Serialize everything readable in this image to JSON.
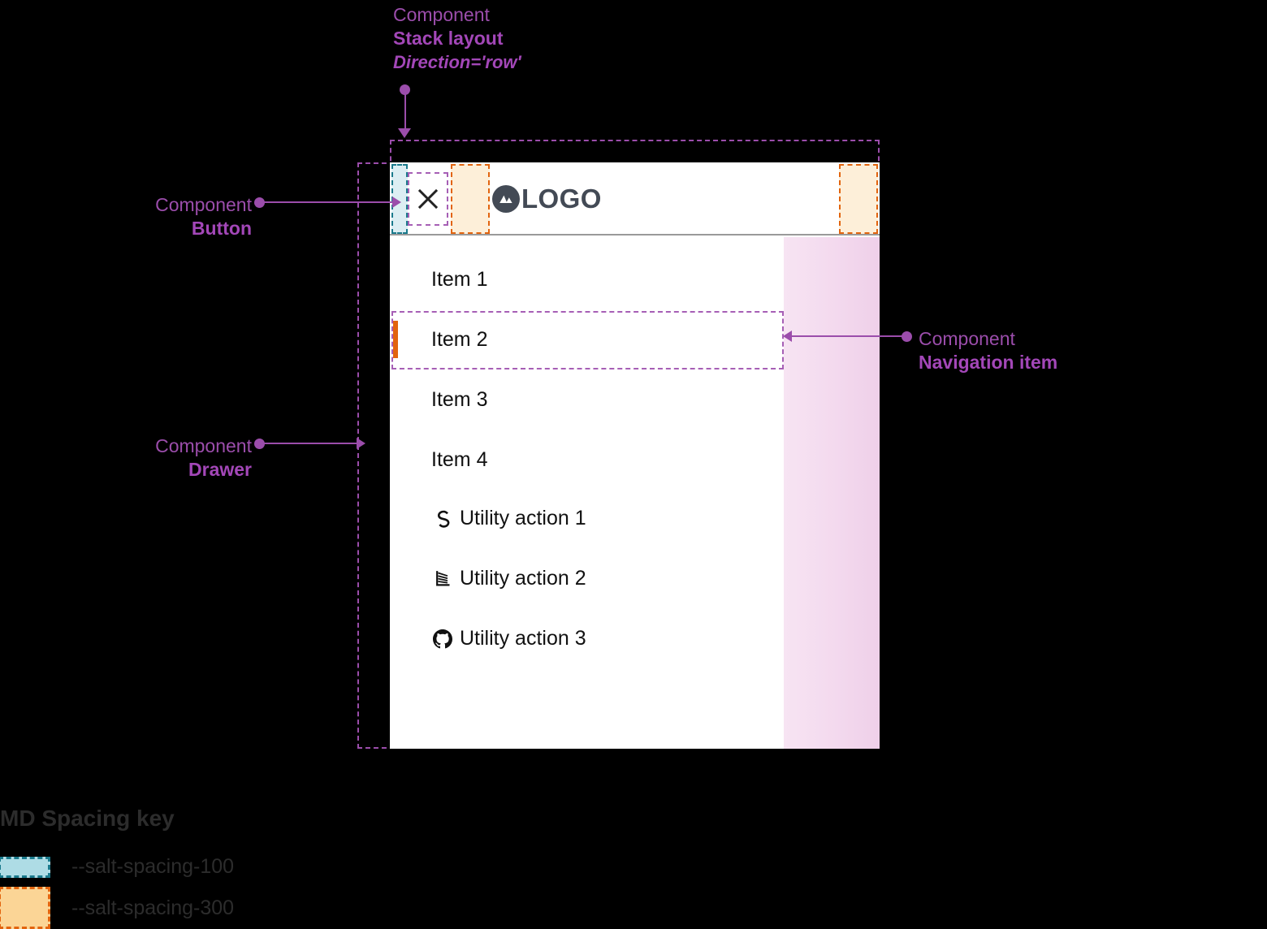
{
  "annotations": {
    "stack_layout": {
      "kind": "Component",
      "name": "Stack layout",
      "prop": "Direction='row'"
    },
    "button": {
      "kind": "Component",
      "name": "Button"
    },
    "drawer": {
      "kind": "Component",
      "name": "Drawer"
    },
    "navigation_item": {
      "kind": "Component",
      "name": "Navigation item"
    }
  },
  "drawer": {
    "header": {
      "close_icon": "close-icon",
      "logo_icon": "mountain-logo-icon",
      "logo_text": "LOGO"
    },
    "nav_items": [
      {
        "label": "Item 1",
        "active": false
      },
      {
        "label": "Item 2",
        "active": true
      },
      {
        "label": "Item 3",
        "active": false
      },
      {
        "label": "Item 4",
        "active": false
      }
    ],
    "utility_actions": [
      {
        "label": "Utility action 1",
        "icon": "salt-s-icon"
      },
      {
        "label": "Utility action 2",
        "icon": "stacked-lines-icon"
      },
      {
        "label": "Utility action 3",
        "icon": "github-icon"
      }
    ]
  },
  "legend": {
    "title": "MD Spacing key",
    "items": [
      {
        "token": "--salt-spacing-100",
        "swatch": "blue"
      },
      {
        "token": "--salt-spacing-300",
        "swatch": "orange"
      }
    ]
  },
  "colors": {
    "annotation_purple": "#9B4DAB",
    "spacing_100_fill": "#AEDCE5",
    "spacing_100_stroke": "#1A7A8C",
    "spacing_300_fill": "#FBD596",
    "spacing_300_stroke": "#E2640E",
    "active_indicator": "#E2640E",
    "logo_slate": "#434A55",
    "nav_highlight_pink": "#F3D9EE"
  }
}
